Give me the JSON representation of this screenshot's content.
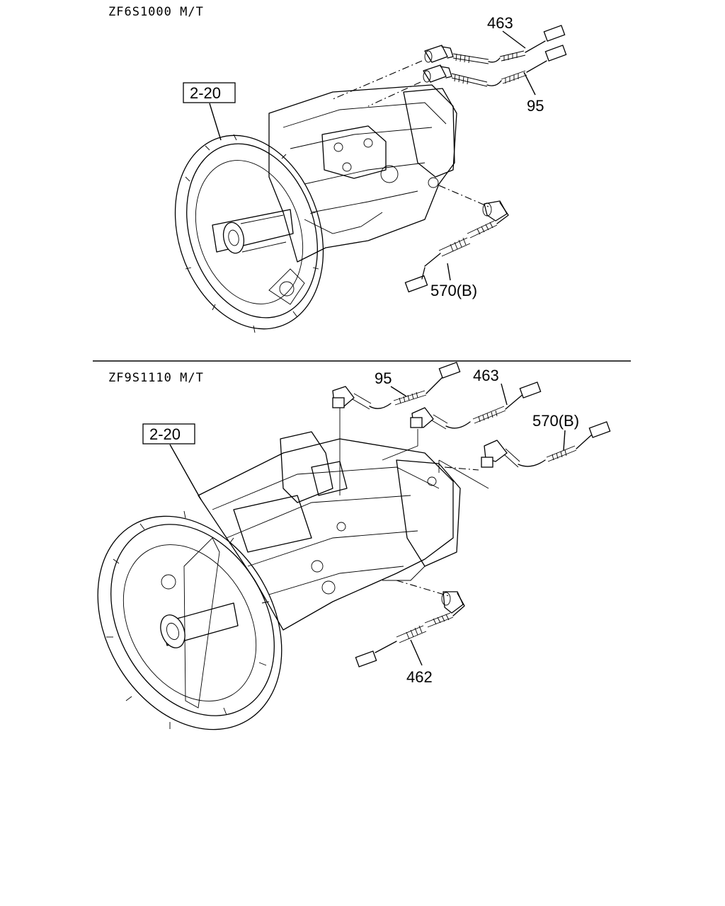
{
  "sections": [
    {
      "title": "ZF6S1000  M/T",
      "reference_box": "2-20",
      "parts": [
        "463",
        "95",
        "570(B)"
      ]
    },
    {
      "title": "ZF9S1110  M/T",
      "reference_box": "2-20",
      "parts": [
        "95",
        "463",
        "570(B)",
        "462"
      ]
    }
  ]
}
